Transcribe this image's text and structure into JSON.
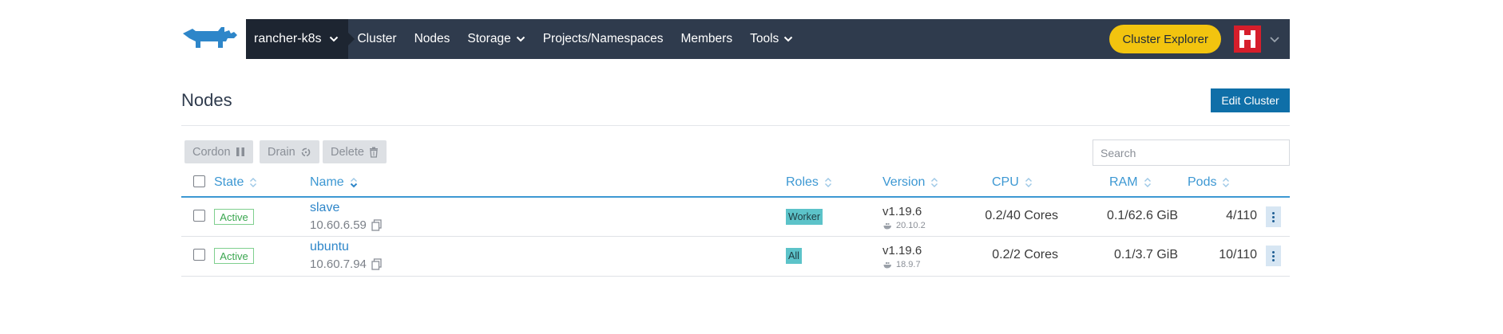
{
  "nav": {
    "cluster_name": "rancher-k8s",
    "items": [
      {
        "label": "Cluster",
        "has_menu": false
      },
      {
        "label": "Nodes",
        "has_menu": false
      },
      {
        "label": "Storage",
        "has_menu": true
      },
      {
        "label": "Projects/Namespaces",
        "has_menu": false
      },
      {
        "label": "Members",
        "has_menu": false
      },
      {
        "label": "Tools",
        "has_menu": true
      }
    ],
    "explorer_label": "Cluster Explorer"
  },
  "page": {
    "title": "Nodes",
    "edit_label": "Edit Cluster"
  },
  "actions": {
    "cordon": "Cordon",
    "drain": "Drain",
    "delete": "Delete"
  },
  "search": {
    "placeholder": "Search"
  },
  "table": {
    "columns": [
      "State",
      "Name",
      "Roles",
      "Version",
      "CPU",
      "RAM",
      "Pods"
    ],
    "rows": [
      {
        "state": "Active",
        "name": "slave",
        "ip": "10.60.6.59",
        "role": "Worker",
        "version": "v1.19.6",
        "docker": "20.10.2",
        "cpu": "0.2/40 Cores",
        "ram": "0.1/62.6 GiB",
        "pods": "4/110"
      },
      {
        "state": "Active",
        "name": "ubuntu",
        "ip": "10.60.7.94",
        "role": "All",
        "version": "v1.19.6",
        "docker": "18.9.7",
        "cpu": "0.2/2 Cores",
        "ram": "0.1/3.7 GiB",
        "pods": "10/110"
      }
    ]
  },
  "colors": {
    "nav_bg": "#2f3b4d",
    "accent": "#3d98d3",
    "primary_button": "#0f6fa8",
    "explorer_button": "#f2c40f",
    "active_green": "#3aa64f",
    "role_teal": "#5cc3c9"
  },
  "icons": {
    "logo": "rancher-cow-logo",
    "cordon": "pause-icon",
    "drain": "refresh-icon",
    "delete": "trash-icon",
    "copy": "clipboard-icon",
    "sort": "sort-icon",
    "docker": "docker-whale-icon",
    "row_menu": "kebab-menu-icon"
  }
}
